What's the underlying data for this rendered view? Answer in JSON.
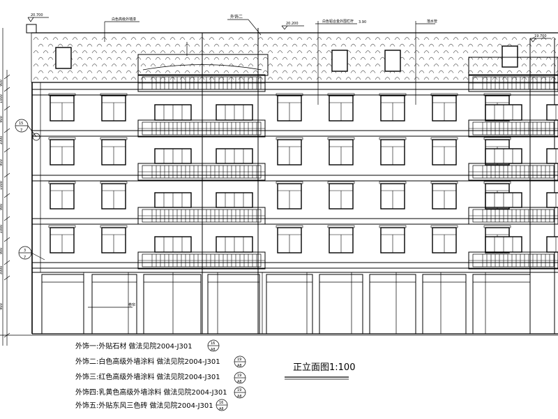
{
  "annotations": {
    "elev_roof_left": "20.700",
    "elev_roof_mid": "20.200",
    "elev_roof_right": "19.700",
    "callout_roof_color": "白色高级外墙漆",
    "callout_finish_two": "外饰二",
    "callout_frame": "白色铝合金外围栏杆",
    "callout_frame_num": "3.90",
    "callout_downpipe": "落水管",
    "callout_shopfront": "卷帘",
    "detail_mark_top": "15",
    "detail_mark_bottom": "7",
    "detail_mark2_top": "3",
    "detail_mark2_bottom": "7"
  },
  "dimensions_left": [
    "900",
    "1000",
    "900",
    "1000",
    "900",
    "1000",
    "900",
    "1000",
    "900",
    "3000",
    "900"
  ],
  "legend": [
    {
      "text": "外饰一:外贴石材    做法见院2004-J301",
      "tag_top": "16",
      "tag_bottom": "A8"
    },
    {
      "text": "外饰二:白色高级外墙涂料    做法见院2004-J301",
      "tag_top": "19",
      "tag_bottom": "A8"
    },
    {
      "text": "外饰三:红色高级外墙涂料    做法见院2004-J301",
      "tag_top": "19",
      "tag_bottom": "A8"
    },
    {
      "text": "外饰四:乳黄色高级外墙涂料    做法见院2004-J301",
      "tag_top": "19",
      "tag_bottom": "A8"
    },
    {
      "text": "外饰五:外贴东风三色砖    做法见院2004-J301",
      "tag_top": "16",
      "tag_bottom": "A8"
    }
  ],
  "title": "正立面图1:100"
}
